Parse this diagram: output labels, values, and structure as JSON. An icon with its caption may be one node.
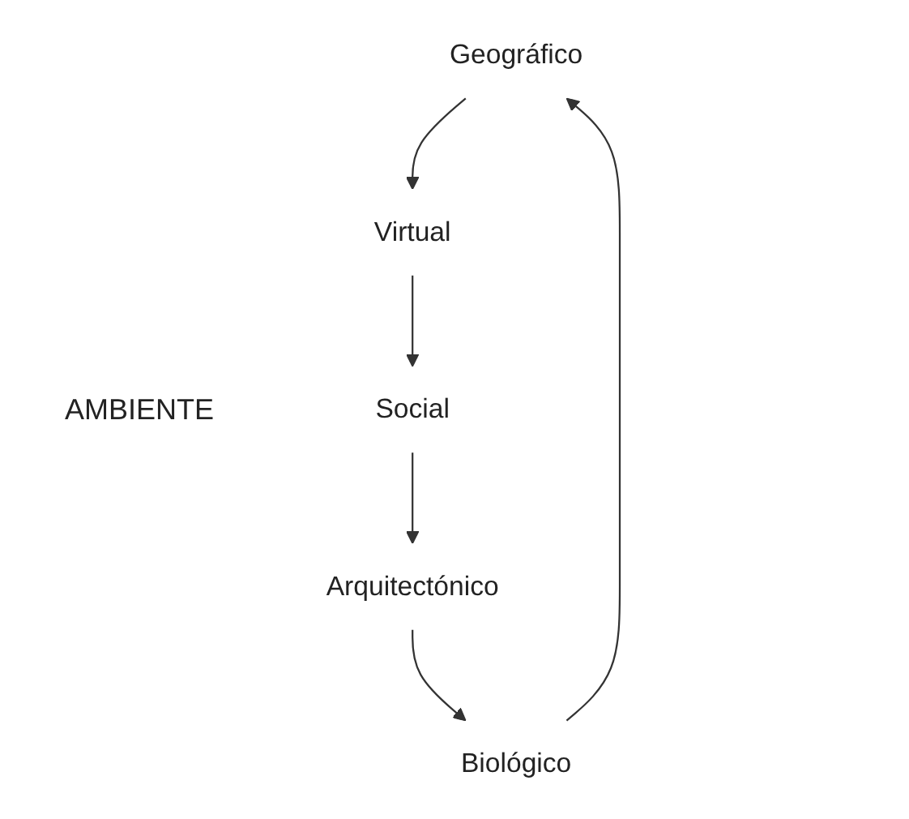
{
  "diagram": {
    "nodes": [
      {
        "text": [
          "Geográfico"
        ]
      },
      {
        "text": [
          "Virtual"
        ]
      },
      {
        "text": [
          "Social"
        ]
      },
      {
        "text": [
          "Arquitectónico"
        ]
      },
      {
        "text": [
          "Biológico"
        ]
      }
    ],
    "edges": [
      {
        "from": 0,
        "to": 1,
        "arrow": "to"
      },
      {
        "from": 1,
        "to": 2,
        "arrow": "to"
      },
      {
        "from": 2,
        "to": 3,
        "arrow": "to"
      },
      {
        "from": 3,
        "to": 4,
        "arrow": "to"
      },
      {
        "from": 4,
        "to": 0,
        "arrow": "to"
      }
    ],
    "labels": [
      "AMBIENTE"
    ]
  }
}
